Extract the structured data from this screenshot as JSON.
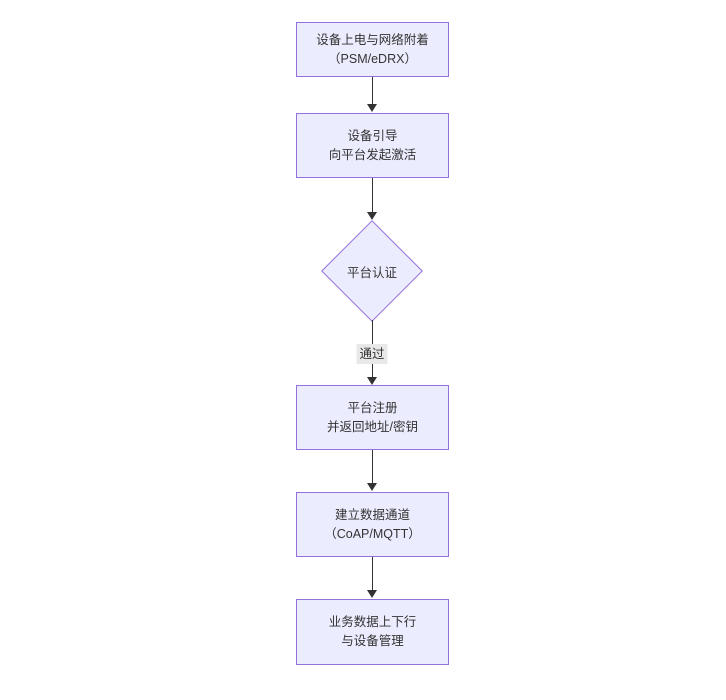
{
  "diagram": {
    "type": "flowchart-top-down",
    "colors": {
      "node_fill": "#ECECFF",
      "node_border": "#9370DB",
      "text_color": "#333333",
      "arrow_color": "#333333",
      "edge_label_bg": "#e8e8e8",
      "bg": "#ffffff"
    },
    "nodes": [
      {
        "id": "n1",
        "shape": "rect",
        "lines": [
          "设备上电与网络附着",
          "（PSM/eDRX）"
        ]
      },
      {
        "id": "n2",
        "shape": "rect",
        "lines": [
          "设备引导",
          "向平台发起激活"
        ]
      },
      {
        "id": "n3",
        "shape": "diamond",
        "lines": [
          "平台认证"
        ]
      },
      {
        "id": "n4",
        "shape": "rect",
        "lines": [
          "平台注册",
          "并返回地址/密钥"
        ]
      },
      {
        "id": "n5",
        "shape": "rect",
        "lines": [
          "建立数据通道",
          "（CoAP/MQTT）"
        ]
      },
      {
        "id": "n6",
        "shape": "rect",
        "lines": [
          "业务数据上下行",
          "与设备管理"
        ]
      }
    ],
    "edges": [
      {
        "from": "n1",
        "to": "n2",
        "label": ""
      },
      {
        "from": "n2",
        "to": "n3",
        "label": ""
      },
      {
        "from": "n3",
        "to": "n4",
        "label": "通过"
      },
      {
        "from": "n4",
        "to": "n5",
        "label": ""
      },
      {
        "from": "n5",
        "to": "n6",
        "label": ""
      }
    ]
  }
}
